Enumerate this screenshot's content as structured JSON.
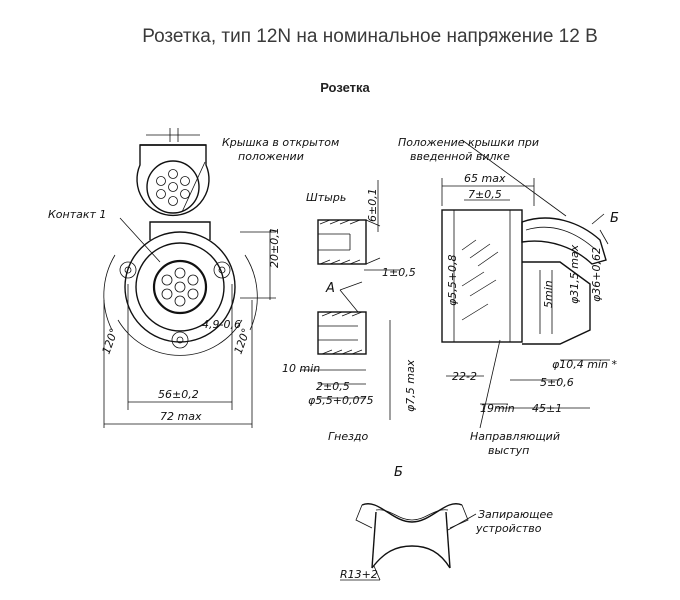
{
  "header": {
    "title": "Розетка, тип 12N на номинальное напряжение 12 В",
    "subtitle": "Розетка"
  },
  "labels": {
    "cover_open": [
      "Крышка в открытом",
      "положении"
    ],
    "cover_closed": [
      "Положение крышки при",
      "введенной вилке"
    ],
    "contact1": "Контакт 1",
    "pin": "Штырь",
    "A": "А",
    "B_arrow": "Б",
    "B_view": "Б",
    "socket": "Гнездо",
    "guide": [
      "Направляющий",
      "выступ"
    ],
    "lock": [
      "Запирающее",
      "устройство"
    ]
  },
  "dims": {
    "d56": "56±0,2",
    "d72": "72 max",
    "d20": "20±0,1",
    "d49": "4,9-0,6",
    "a120l": "120°",
    "a120r": "120°",
    "d65": "65 max",
    "d7": "7±0,5",
    "d55r": "φ5,5+0,8",
    "d315": "φ31,5 max",
    "d36": "φ36+0,62",
    "d5min": "5min",
    "d22": "22-2",
    "d104": "φ10,4 min *",
    "d5": "5±0,6",
    "d19": "19min",
    "d45": "45±1",
    "d6": "6±0,1",
    "d1": "1±0,5",
    "d10": "10 min",
    "d2": "2±0,5",
    "d55s": "φ5,5+0,075",
    "d75": "φ7,5 max",
    "r13": "R13+2"
  }
}
